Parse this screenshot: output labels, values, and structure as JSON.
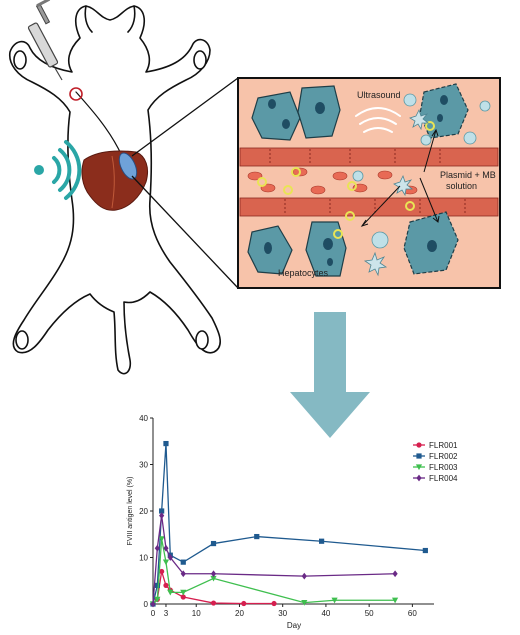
{
  "diagram": {
    "labels": {
      "ultrasound": "Ultrasound",
      "plasmid": "Plasmid + MB",
      "solution": "solution",
      "hepatocytes": "Hepatocytes"
    },
    "colors": {
      "inset_bg": "#f7c3aa",
      "vessel": "#d9644f",
      "cell": "#5b99a6",
      "nucleus": "#1f4d63",
      "arrow": "#85b9c3",
      "liver": "#8b2d1c",
      "ultrasound_waves": "#2aa6a6",
      "plasmid_ring": "#e9e455"
    }
  },
  "chart_data": {
    "type": "line",
    "xlabel": "Day",
    "ylabel": "FVIII antigen level (%)",
    "xlim": [
      0,
      65
    ],
    "ylim": [
      0,
      40
    ],
    "xticks": [
      0,
      3,
      10,
      20,
      30,
      40,
      50,
      60
    ],
    "yticks": [
      0,
      10,
      20,
      30,
      40
    ],
    "legend_position": "top-right",
    "series": [
      {
        "name": "FLR001",
        "color": "#d61f4f",
        "marker": "circle",
        "x": [
          0,
          1,
          2,
          3,
          4,
          7,
          14,
          21,
          28
        ],
        "y": [
          0,
          1,
          7,
          4,
          3,
          1.5,
          0.2,
          0.1,
          0.1
        ]
      },
      {
        "name": "FLR002",
        "color": "#1f5a8f",
        "marker": "square",
        "x": [
          0,
          1,
          2,
          3,
          4,
          7,
          14,
          24,
          39,
          63
        ],
        "y": [
          0,
          4,
          20,
          34.5,
          10.5,
          9,
          13,
          14.5,
          13.5,
          11.5
        ]
      },
      {
        "name": "FLR003",
        "color": "#3fbf4f",
        "marker": "triangle-down",
        "x": [
          0,
          1,
          2,
          3,
          4,
          7,
          14,
          35,
          42,
          56
        ],
        "y": [
          0,
          1,
          14,
          9,
          2.5,
          2.5,
          5.5,
          0.3,
          0.8,
          0.8
        ]
      },
      {
        "name": "FLR004",
        "color": "#6a2a86",
        "marker": "diamond",
        "x": [
          0,
          1,
          2,
          3,
          4,
          7,
          14,
          35,
          56
        ],
        "y": [
          0,
          12,
          19,
          12,
          10,
          6.5,
          6.5,
          6,
          6.5
        ]
      }
    ]
  }
}
